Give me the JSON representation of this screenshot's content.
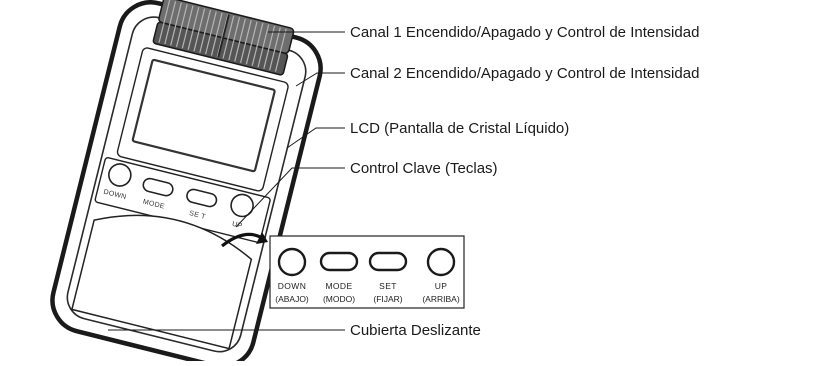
{
  "callouts": {
    "channel1": "Canal 1 Encendido/Apagado y Control de Intensidad",
    "channel2": "Canal 2 Encendido/Apagado y Control de Intensidad",
    "lcd": "LCD (Pantalla de Cristal Líquido)",
    "keys": "Control Clave (Teclas)",
    "cover": "Cubierta Deslizante"
  },
  "device_buttons": {
    "down": "DOWN",
    "mode": "MODE",
    "set": "SE T",
    "up": "UP"
  },
  "key_panel": {
    "down": {
      "label": "DOWN",
      "sub": "(ABAJO)"
    },
    "mode": {
      "label": "MODE",
      "sub": "(MODO)"
    },
    "set": {
      "label": "SET",
      "sub": "(FIJAR)"
    },
    "up": {
      "label": "UP",
      "sub": "(ARRIBA)"
    }
  }
}
